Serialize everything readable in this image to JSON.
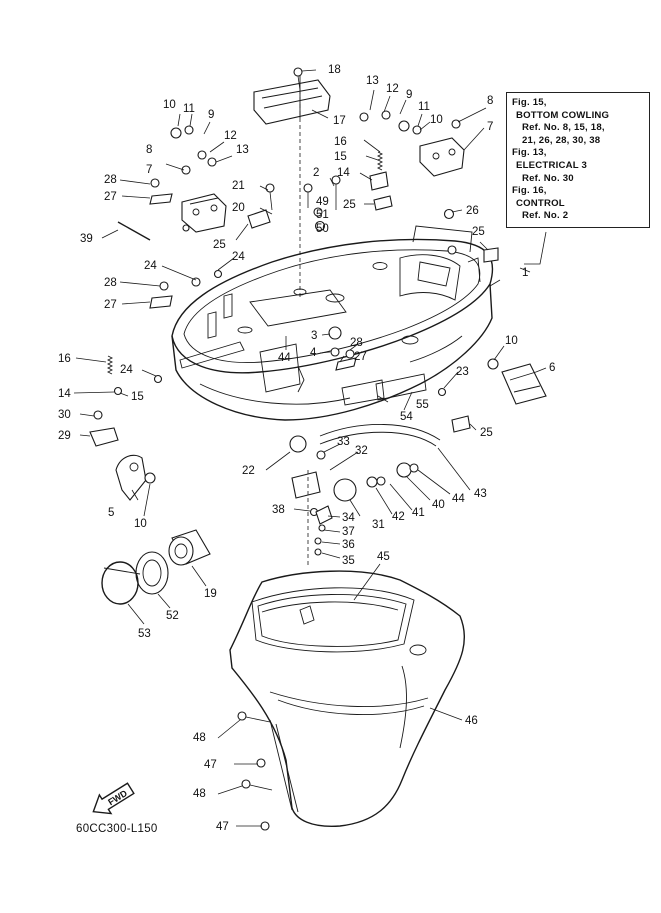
{
  "reference_box": {
    "lines": [
      "Fig. 15,",
      "BOTTOM COWLING",
      "Ref. No. 8, 15, 18,",
      "21, 26, 28, 30, 38",
      "Fig. 13,",
      "ELECTRICAL 3",
      "Ref. No. 30",
      "Fig. 16,",
      "CONTROL",
      "Ref. No. 2"
    ]
  },
  "drawing_code": "60CC300-L150",
  "fwd_arrow_label": "FWD",
  "callouts": [
    {
      "id": "c1",
      "text": "1"
    },
    {
      "id": "c2a",
      "text": "2"
    },
    {
      "id": "c3",
      "text": "3"
    },
    {
      "id": "c4",
      "text": "4"
    },
    {
      "id": "c5",
      "text": "5"
    },
    {
      "id": "c6",
      "text": "6"
    },
    {
      "id": "c7a",
      "text": "7"
    },
    {
      "id": "c7b",
      "text": "7"
    },
    {
      "id": "c8a",
      "text": "8"
    },
    {
      "id": "c8b",
      "text": "8"
    },
    {
      "id": "c9a",
      "text": "9"
    },
    {
      "id": "c9b",
      "text": "9"
    },
    {
      "id": "c10a",
      "text": "10"
    },
    {
      "id": "c10b",
      "text": "10"
    },
    {
      "id": "c10c",
      "text": "10"
    },
    {
      "id": "c10d",
      "text": "10"
    },
    {
      "id": "c11a",
      "text": "11"
    },
    {
      "id": "c11b",
      "text": "11"
    },
    {
      "id": "c12a",
      "text": "12"
    },
    {
      "id": "c12b",
      "text": "12"
    },
    {
      "id": "c13a",
      "text": "13"
    },
    {
      "id": "c13b",
      "text": "13"
    },
    {
      "id": "c14a",
      "text": "14"
    },
    {
      "id": "c14b",
      "text": "14"
    },
    {
      "id": "c15a",
      "text": "15"
    },
    {
      "id": "c15b",
      "text": "15"
    },
    {
      "id": "c16a",
      "text": "16"
    },
    {
      "id": "c16b",
      "text": "16"
    },
    {
      "id": "c17",
      "text": "17"
    },
    {
      "id": "c18",
      "text": "18"
    },
    {
      "id": "c19",
      "text": "19"
    },
    {
      "id": "c20",
      "text": "20"
    },
    {
      "id": "c21",
      "text": "21"
    },
    {
      "id": "c22",
      "text": "22"
    },
    {
      "id": "c23",
      "text": "23"
    },
    {
      "id": "c24a",
      "text": "24"
    },
    {
      "id": "c24b",
      "text": "24"
    },
    {
      "id": "c24c",
      "text": "24"
    },
    {
      "id": "c25a",
      "text": "25"
    },
    {
      "id": "c25b",
      "text": "25"
    },
    {
      "id": "c25c",
      "text": "25"
    },
    {
      "id": "c25d",
      "text": "25"
    },
    {
      "id": "c26",
      "text": "26"
    },
    {
      "id": "c27a",
      "text": "27"
    },
    {
      "id": "c27b",
      "text": "27"
    },
    {
      "id": "c27c",
      "text": "27"
    },
    {
      "id": "c28a",
      "text": "28"
    },
    {
      "id": "c28b",
      "text": "28"
    },
    {
      "id": "c28c",
      "text": "28"
    },
    {
      "id": "c29",
      "text": "29"
    },
    {
      "id": "c30",
      "text": "30"
    },
    {
      "id": "c31",
      "text": "31"
    },
    {
      "id": "c32",
      "text": "32"
    },
    {
      "id": "c33",
      "text": "33"
    },
    {
      "id": "c34",
      "text": "34"
    },
    {
      "id": "c35",
      "text": "35"
    },
    {
      "id": "c36",
      "text": "36"
    },
    {
      "id": "c37",
      "text": "37"
    },
    {
      "id": "c38",
      "text": "38"
    },
    {
      "id": "c39",
      "text": "39"
    },
    {
      "id": "c40",
      "text": "40"
    },
    {
      "id": "c41",
      "text": "41"
    },
    {
      "id": "c42",
      "text": "42"
    },
    {
      "id": "c43",
      "text": "43"
    },
    {
      "id": "c44a",
      "text": "44"
    },
    {
      "id": "c44b",
      "text": "44"
    },
    {
      "id": "c45",
      "text": "45"
    },
    {
      "id": "c46",
      "text": "46"
    },
    {
      "id": "c47a",
      "text": "47"
    },
    {
      "id": "c47b",
      "text": "47"
    },
    {
      "id": "c48a",
      "text": "48"
    },
    {
      "id": "c48b",
      "text": "48"
    },
    {
      "id": "c49",
      "text": "49"
    },
    {
      "id": "c50",
      "text": "50"
    },
    {
      "id": "c51",
      "text": "51"
    },
    {
      "id": "c52",
      "text": "52"
    },
    {
      "id": "c53",
      "text": "53"
    },
    {
      "id": "c54",
      "text": "54"
    },
    {
      "id": "c55",
      "text": "55"
    }
  ]
}
